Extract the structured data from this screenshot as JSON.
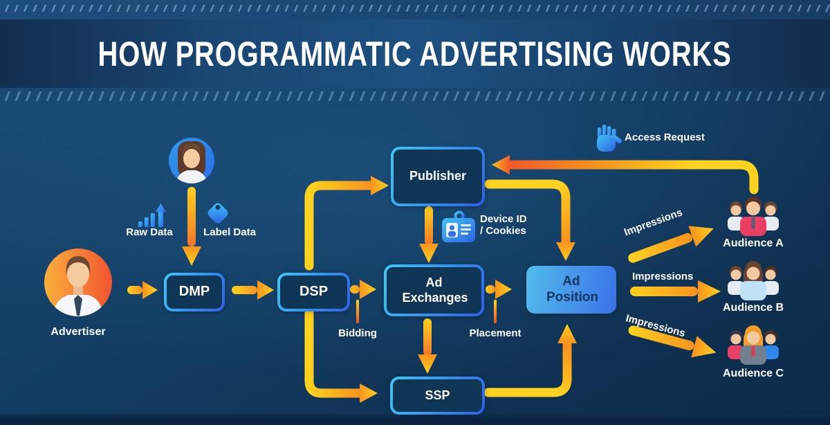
{
  "title": "HOW PROGRAMMATIC ADVERTISING WORKS",
  "nodes": {
    "publisher": "Publisher",
    "dmp": "DMP",
    "dsp": "DSP",
    "ad_exchanges": "Ad Exchanges",
    "ad_position": "Ad Position",
    "ssp": "SSP"
  },
  "labels": {
    "advertiser": "Advertiser",
    "raw_data": "Raw Data",
    "label_data": "Label Data",
    "access_request": "Access Request",
    "device_id": "Device ID",
    "cookies": "/ Cookies",
    "bidding": "Bidding",
    "placement": "Placement",
    "impressions_a": "Impressions",
    "impressions_b": "Impressions",
    "impressions_c": "Impressions",
    "audience_a": "Audience A",
    "audience_b": "Audience B",
    "audience_c": "Audience C"
  },
  "icons": {
    "advertiser": "businessman-icon",
    "analyst": "woman-avatar-icon",
    "raw_data": "bar-chart-growth-icon",
    "label_data": "tag-icon",
    "access_request": "raised-hand-icon",
    "device_id": "id-badge-icon",
    "audiences": "people-group-icon"
  },
  "colors": {
    "background": "#123A5E",
    "title_band": "#1D5080",
    "arrow_yellow": "#FFD21F",
    "arrow_orange": "#F7931E",
    "arrow_red": "#F1592A",
    "box_border_cyan": "#41C9F5",
    "box_border_blue": "#2E5FE8",
    "box_fill": "#103655",
    "ad_position_fill_start": "#52BBEC",
    "ad_position_fill_end": "#3A72E8",
    "icon_blue_start": "#41C3F2",
    "icon_blue_end": "#2E63E8",
    "text_white": "#FFFFFF",
    "text_navy": "#16365E"
  }
}
